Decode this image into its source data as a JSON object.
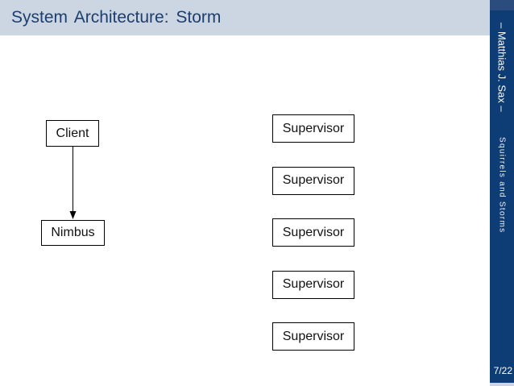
{
  "slide": {
    "title": "System Architecture: Storm"
  },
  "sidebar": {
    "author_vertical_text": "– Matthias J. Sax –",
    "subtitle_vertical_text": "Squirrels and Storms",
    "page_indicator": "7/22"
  },
  "diagram": {
    "client_label": "Client",
    "nimbus_label": "Nimbus",
    "arrow": "client-to-nimbus",
    "supervisors": [
      "Supervisor",
      "Supervisor",
      "Supervisor",
      "Supervisor",
      "Supervisor"
    ]
  },
  "colors": {
    "header_bg": "#ccd6e3",
    "title_text": "#1d3e6e",
    "sidebar_bg": "#0e3c74",
    "sidebar_accent": "#2b4d7d",
    "sidebar_text": "#ffffff",
    "box_bg": "#ffffff",
    "box_border": "#000000",
    "box_text": "#111111"
  }
}
